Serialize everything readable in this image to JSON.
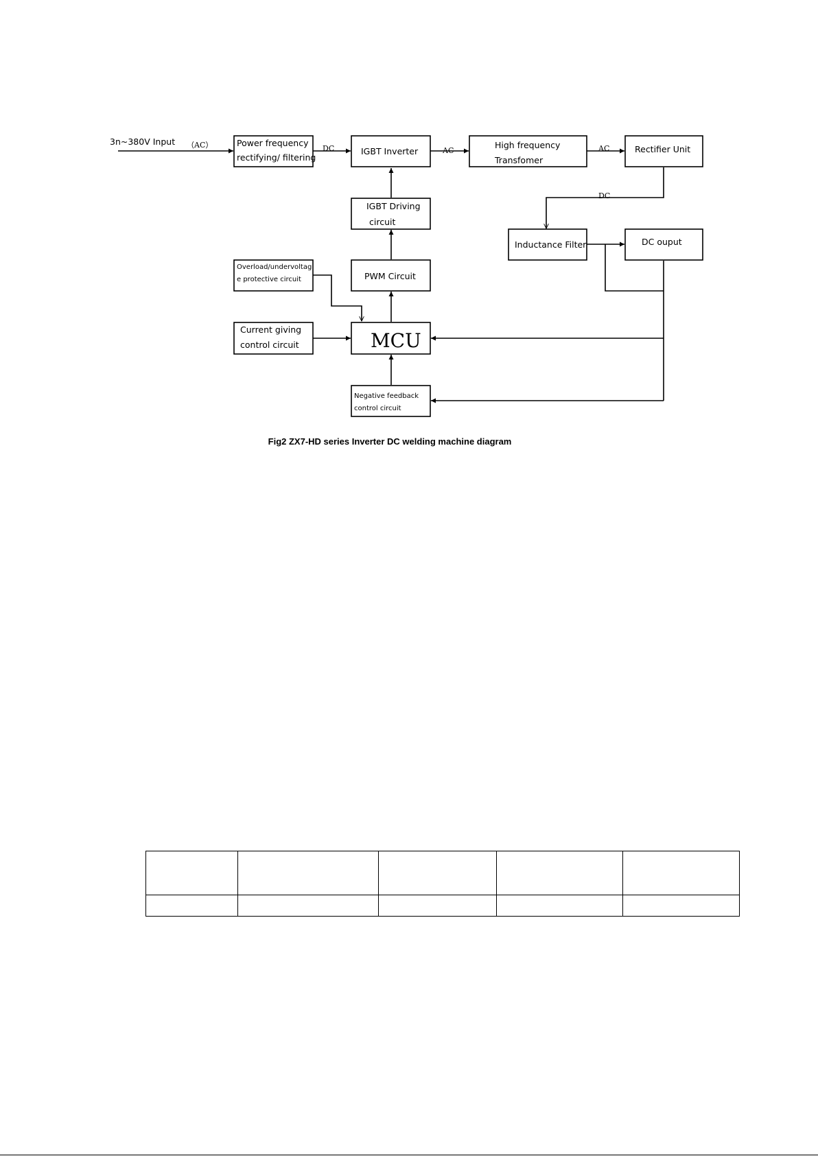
{
  "diagram": {
    "input_label": "3n~380V Input",
    "input_ac": "（AC）",
    "blocks": {
      "rectify": [
        "Power frequency",
        "rectifying/ filtering"
      ],
      "igbt_inverter": [
        "IGBT Inverter"
      ],
      "hf_transformer": [
        "High frequency",
        "Transfomer"
      ],
      "rectifier_unit": [
        "Rectifier Unit"
      ],
      "igbt_driving": [
        "IGBT Driving",
        "circuit"
      ],
      "inductance_filter": [
        "Inductance Filter"
      ],
      "dc_output": [
        "DC ouput"
      ],
      "overload": [
        "Overload/undervoltag",
        "e protective circuit"
      ],
      "pwm": [
        "PWM Circuit"
      ],
      "current_giving": [
        "Current giving",
        "control circuit"
      ],
      "mcu": [
        "MCU"
      ],
      "negative_feedback": [
        "Negative feedback",
        "control circuit"
      ]
    },
    "edge_labels": {
      "rectify_to_inverter": "DC",
      "inverter_to_transformer": "AC",
      "transformer_to_rectifier": "AC",
      "rectifier_to_filter": "DC"
    }
  },
  "caption": "Fig2  ZX7-HD series Inverter DC welding machine diagram",
  "table": {
    "rows": [
      [
        "",
        "",
        "",
        "",
        ""
      ],
      [
        "",
        "",
        "",
        "",
        ""
      ]
    ]
  }
}
